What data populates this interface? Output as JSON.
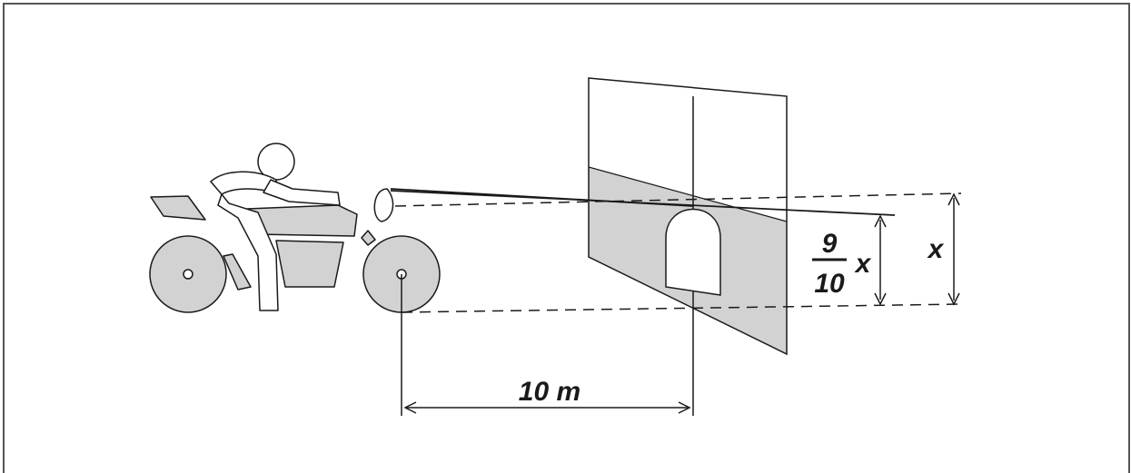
{
  "figure": {
    "labels": {
      "distance": "10 m",
      "fraction_numerator": "9",
      "fraction_denominator": "10",
      "fraction_variable": "x",
      "full_height": "x"
    },
    "colors": {
      "fill": "#d2d2d2",
      "line": "#1a1a1a",
      "border": "#555555"
    }
  }
}
